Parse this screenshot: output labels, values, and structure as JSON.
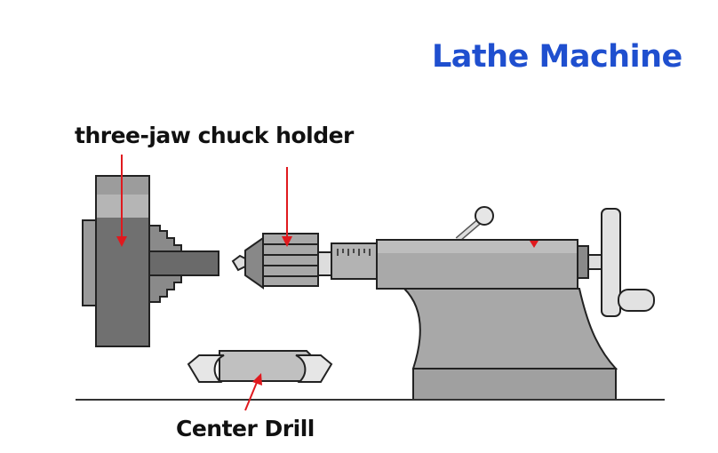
{
  "title": "Lathe Machine",
  "labels": {
    "chuck_holder": "three-jaw chuck holder",
    "center_drill": "Center Drill"
  },
  "colors": {
    "title": "#1f4fcf",
    "arrow": "#e0191e",
    "metal_dark": "#6f6f6f",
    "metal_mid": "#a9a9a9",
    "metal_light": "#c8c8c8"
  }
}
